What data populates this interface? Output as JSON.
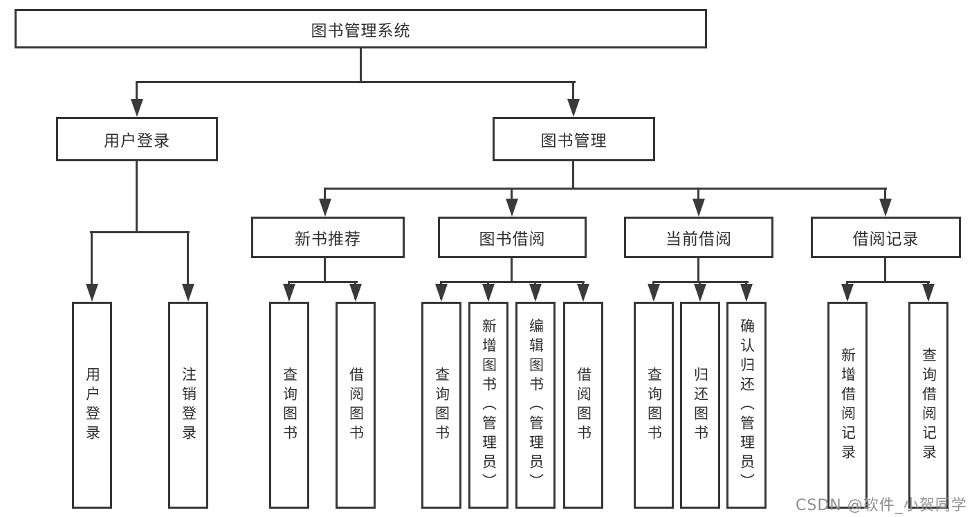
{
  "tree": {
    "root": "图书管理系统",
    "branches": [
      {
        "label": "用户登录",
        "children": [
          "用户登录",
          "注销登录"
        ]
      },
      {
        "label": "图书管理",
        "modules": [
          {
            "label": "新书推荐",
            "children": [
              "查询图书",
              "借阅图书"
            ]
          },
          {
            "label": "图书借阅",
            "children": [
              "查询图书",
              "新增图书（管理员）",
              "编辑图书（管理员）",
              "借阅图书"
            ]
          },
          {
            "label": "当前借阅",
            "children": [
              "查询图书",
              "归还图书",
              "确认归还（管理员）"
            ]
          },
          {
            "label": "借阅记录",
            "children": [
              "新增借阅记录",
              "查询借阅记录"
            ]
          }
        ]
      }
    ]
  },
  "watermark": {
    "text": "CSDN @软件_小贺同学"
  },
  "colors": {
    "line": "#3a3a3a",
    "border": "#363636",
    "text": "#2d2d2d",
    "watermark": "#8f8f8f"
  }
}
